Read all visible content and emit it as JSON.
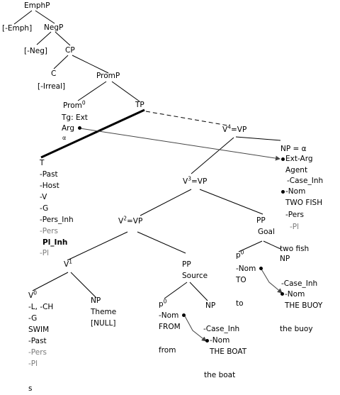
{
  "nodes": {
    "emphp": "EmphP",
    "emph_feat": "[-Emph]",
    "negp": "NegP",
    "neg_feat": "[-Neg]",
    "cp": "CP",
    "c": "C",
    "c_feat": "[-Irreal]",
    "promp": "PromP",
    "prom0_base": "Prom",
    "prom0_sup": "0",
    "tg_ext": "Tg: Ext",
    "arg": "Arg",
    "alpha_small": "α",
    "tp": "TP",
    "v4_base": "V",
    "v4_sup": "4",
    "v4_rest": "=VP",
    "np_alpha": "NP = α",
    "t": "T",
    "v3_base": "V",
    "v3_sup": "3",
    "v3_rest": "=VP",
    "v2_base": "V",
    "v2_sup": "2",
    "v2_rest": "=VP",
    "v1_base": "V",
    "v1_sup": "1",
    "v0_base": "V",
    "v0_sup": "0",
    "np_theme": "NP",
    "theme": "Theme",
    "null": "[NULL]",
    "pp_source": "PP",
    "source": "Source",
    "p0_src_base": "p",
    "p0_src_sup": "0",
    "np_src": "NP",
    "pp_goal": "PP",
    "goal": "Goal",
    "p0_goal_base": "p",
    "p0_goal_sup": "0",
    "np_goal": "NP"
  },
  "features": {
    "t_black": [
      "-Past",
      "-Host",
      "-V",
      "-G",
      "-Pers_Inh"
    ],
    "t_gray1": "-Pers",
    "t_bold": "Pl_Inh",
    "t_gray2": "-Pl",
    "np_alpha_list": [
      "Ext-Arg",
      "Agent",
      "-Case_Inh",
      "-Nom",
      "TWO FISH",
      "-Pers"
    ],
    "np_alpha_gray": "-Pl",
    "v0_black": [
      "-L, -CH",
      "-G",
      "SWIM",
      "-Past"
    ],
    "v0_gray": [
      "-Pers",
      "-Pl"
    ],
    "src_p": [
      "-Nom",
      "FROM"
    ],
    "src_np": [
      "-Case_Inh",
      "-Nom",
      "THE BOAT"
    ],
    "goal_p": [
      "-Nom",
      "TO"
    ],
    "goal_np": [
      "-Case_Inh",
      "-Nom",
      "THE BUOY"
    ]
  },
  "glosses": {
    "from": "from",
    "the_boat": "the boat",
    "to": "to",
    "two_fish": "two fish",
    "the_buoy": "the buoy",
    "s": "s"
  }
}
